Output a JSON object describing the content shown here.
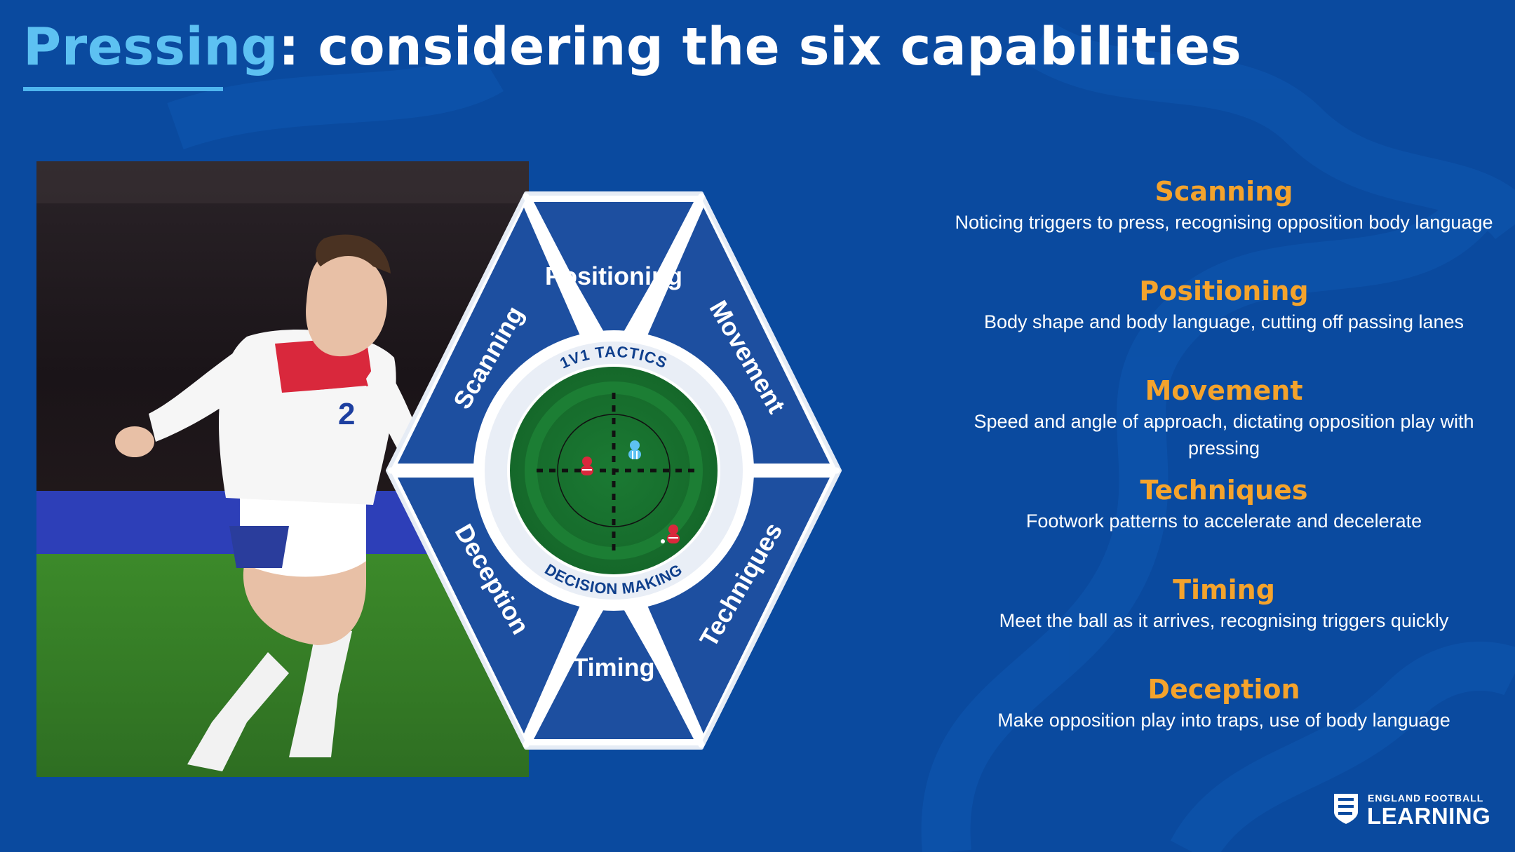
{
  "title": {
    "accent": "Pressing",
    "rest": ": considering the six capabilities"
  },
  "hexagon": {
    "segments": [
      "Positioning",
      "Movement",
      "Techniques",
      "Timing",
      "Deception",
      "Scanning"
    ],
    "ring_top": "1V1 TACTICS",
    "ring_bottom": "DECISION MAKING"
  },
  "capabilities": [
    {
      "title": "Scanning",
      "description": "Noticing triggers to press, recognising opposition body language"
    },
    {
      "title": "Positioning",
      "description": "Body shape and body language, cutting off passing lanes"
    },
    {
      "title": "Movement",
      "description": "Speed and angle of approach, dictating opposition play with pressing"
    },
    {
      "title": "Techniques",
      "description": "Footwork patterns to accelerate and decelerate"
    },
    {
      "title": "Timing",
      "description": "Meet the ball as it arrives, recognising triggers quickly"
    },
    {
      "title": "Deception",
      "description": "Make opposition play into traps, use of body language"
    }
  ],
  "logo": {
    "top": "ENGLAND FOOTBALL",
    "bottom": "LEARNING"
  },
  "colors": {
    "background": "#0a4a9f",
    "title_accent": "#5dc1f2",
    "capability_title": "#f4a32c",
    "segment_fill": "#1d4fa0",
    "pitch_green": "#1b7a33"
  }
}
